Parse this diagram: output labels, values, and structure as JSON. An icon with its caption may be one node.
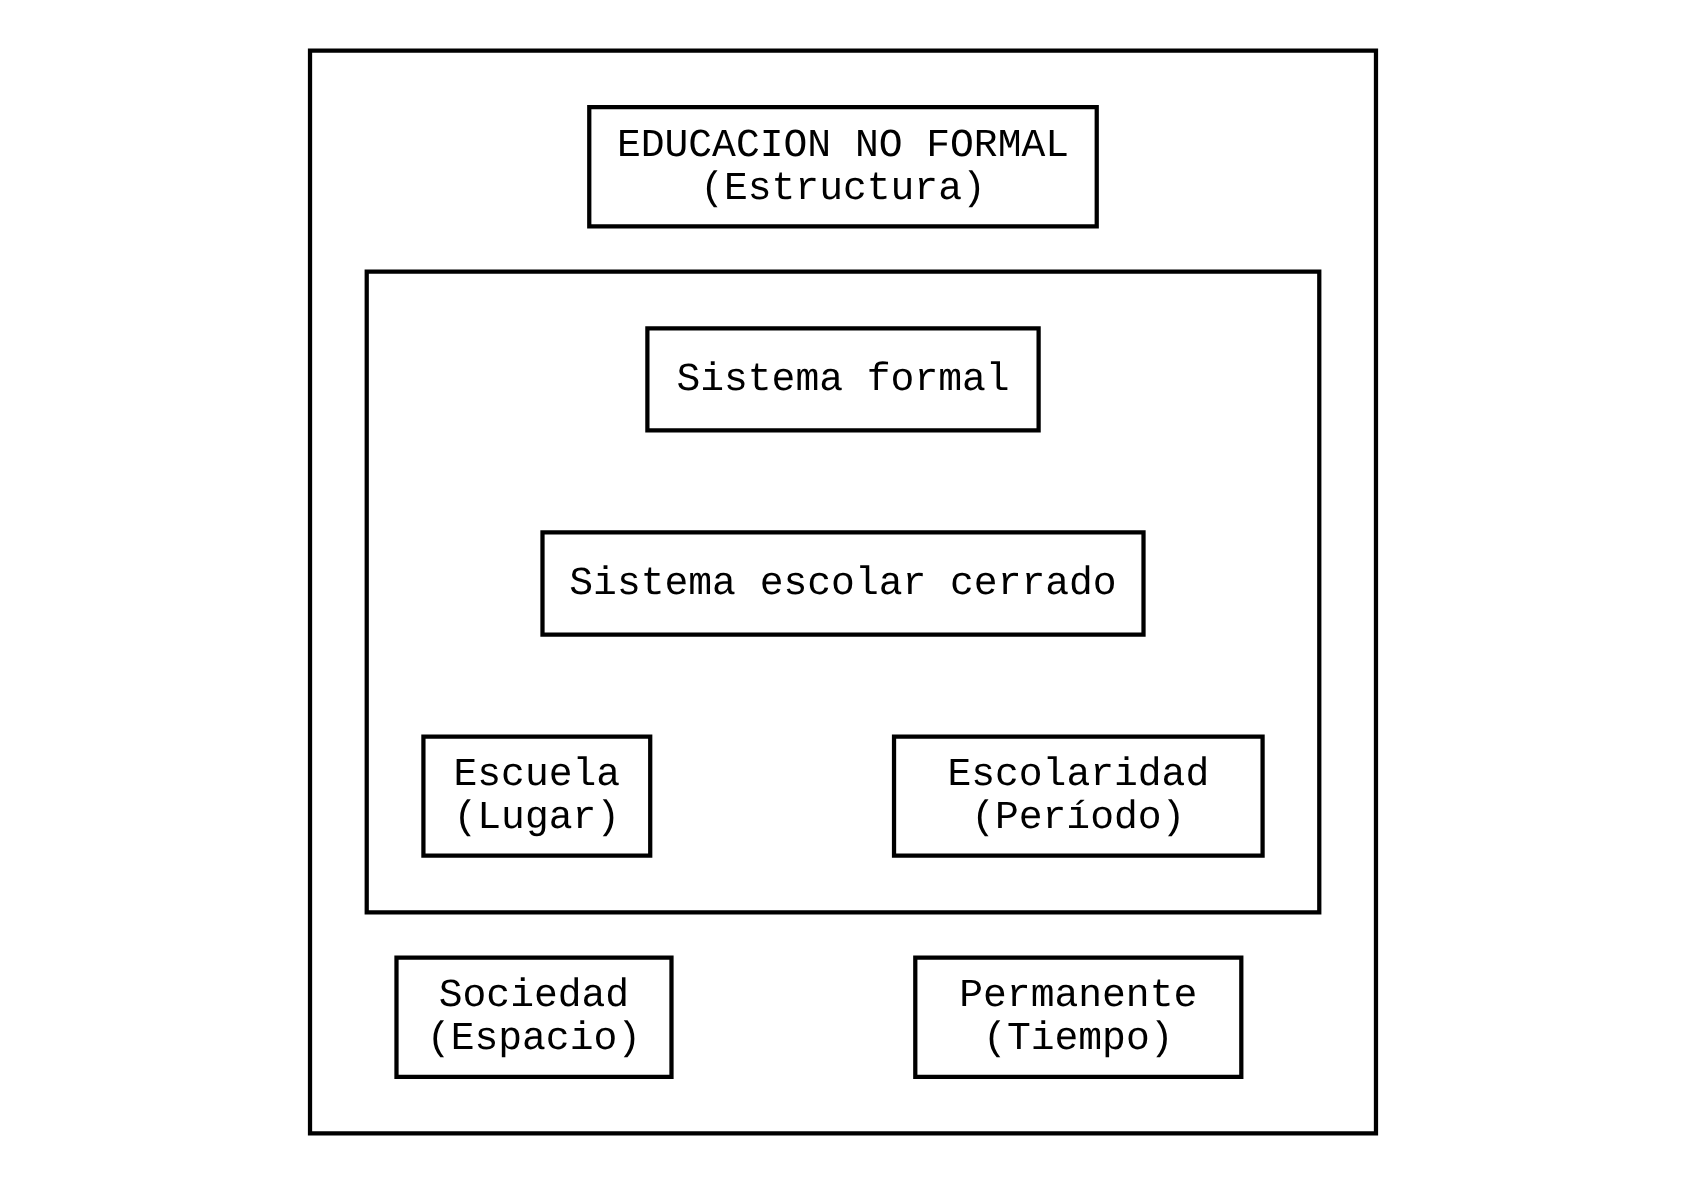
{
  "diagram": {
    "nodes": [
      {
        "text": [],
        "shape": "box"
      },
      {
        "text": [
          "EDUCACION NO FORMAL",
          "(Estructura)"
        ],
        "in": 0
      },
      {
        "text": [],
        "shape": "box",
        "in": 0
      },
      {
        "text": [
          "Sistema formal"
        ],
        "in": 2
      },
      {
        "text": [
          "Sistema escolar cerrado"
        ],
        "in": 2
      },
      {
        "text": [
          "Escuela",
          "(Lugar)"
        ],
        "in": 2
      },
      {
        "text": [
          "Escolaridad",
          "(Período)"
        ],
        "in": 2
      },
      {
        "text": [
          "Sociedad",
          "(Espacio)"
        ],
        "in": 0
      },
      {
        "text": [
          "Permanente",
          "(Tiempo)"
        ],
        "in": 0
      }
    ]
  }
}
